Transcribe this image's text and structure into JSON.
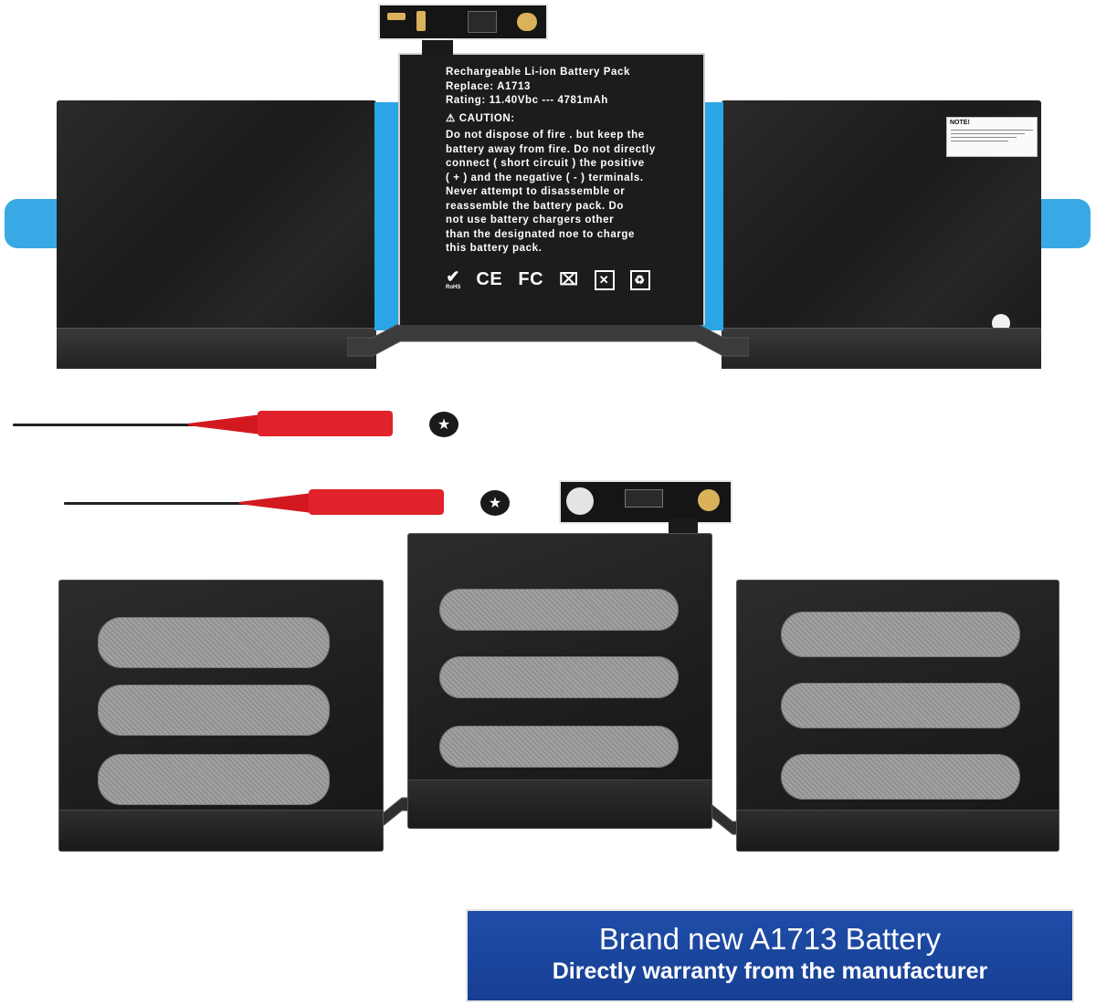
{
  "battery_label": {
    "line1": "Rechargeable Li-ion Battery Pack",
    "line2": "Replace: A1713",
    "line3": "Rating: 11.40Vbc --- 4781mAh",
    "caution_title": "CAUTION:",
    "caution_lines": [
      "Do not dispose of fire . but keep the",
      "battery away from fire. Do not directly",
      "connect ( short circuit ) the positive",
      "( + ) and the negative ( - ) terminals.",
      "Never attempt to disassemble or",
      "reassemble the battery pack. Do",
      "not use battery chargers other",
      "than the designated noe to charge",
      "this battery pack."
    ],
    "cert_marks": [
      "RoHS",
      "CE",
      "FC"
    ]
  },
  "note_sticker": {
    "title": "NOTE!"
  },
  "banner": {
    "title": "Brand new A1713 Battery",
    "subtitle": "Directly warranty from the manufacturer",
    "color": "#1f4da8"
  },
  "colors": {
    "tab_blue": "#2aa6e6",
    "handle_red": "#e0222a",
    "cell_dark": "#1c1c1c"
  }
}
